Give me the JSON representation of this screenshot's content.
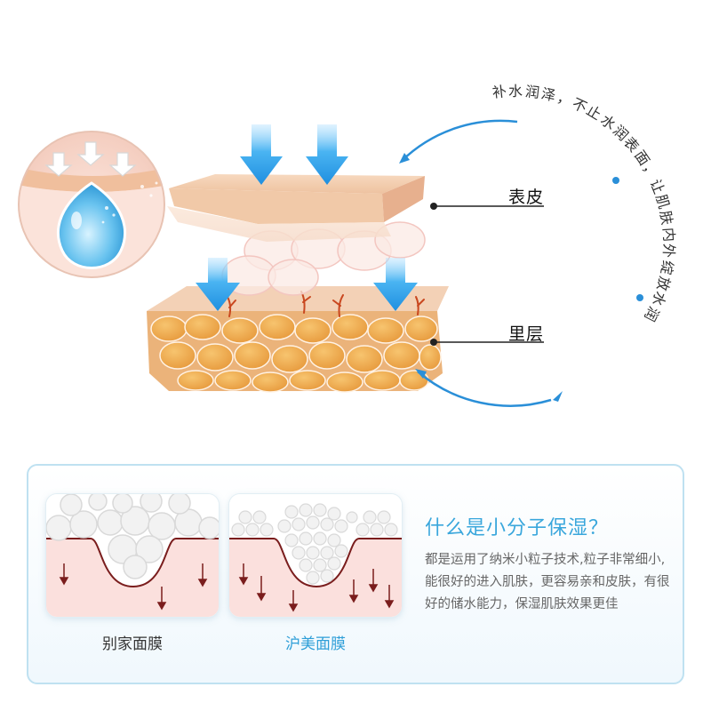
{
  "labels": {
    "epidermis": "表皮",
    "dermis": "里层"
  },
  "arc_text": "补水润泽，不止水润表面，让肌肤内外绽放水润",
  "panel": {
    "cards": [
      {
        "caption": "别家面膜",
        "caption_color": "#333333"
      },
      {
        "caption": "沪美面膜",
        "caption_color": "#2f9fd8"
      }
    ],
    "question": "什么是小分子保湿？",
    "answer": "都是运用了纳米小粒子技术,粒子非常细小,能很好的进入肌肤，更容易亲和皮肤，有很好的储水能力，保湿肌肤效果更佳"
  },
  "colors": {
    "accent": "#3aa7dc",
    "arrow_blue": "#1f8fe0"
  }
}
